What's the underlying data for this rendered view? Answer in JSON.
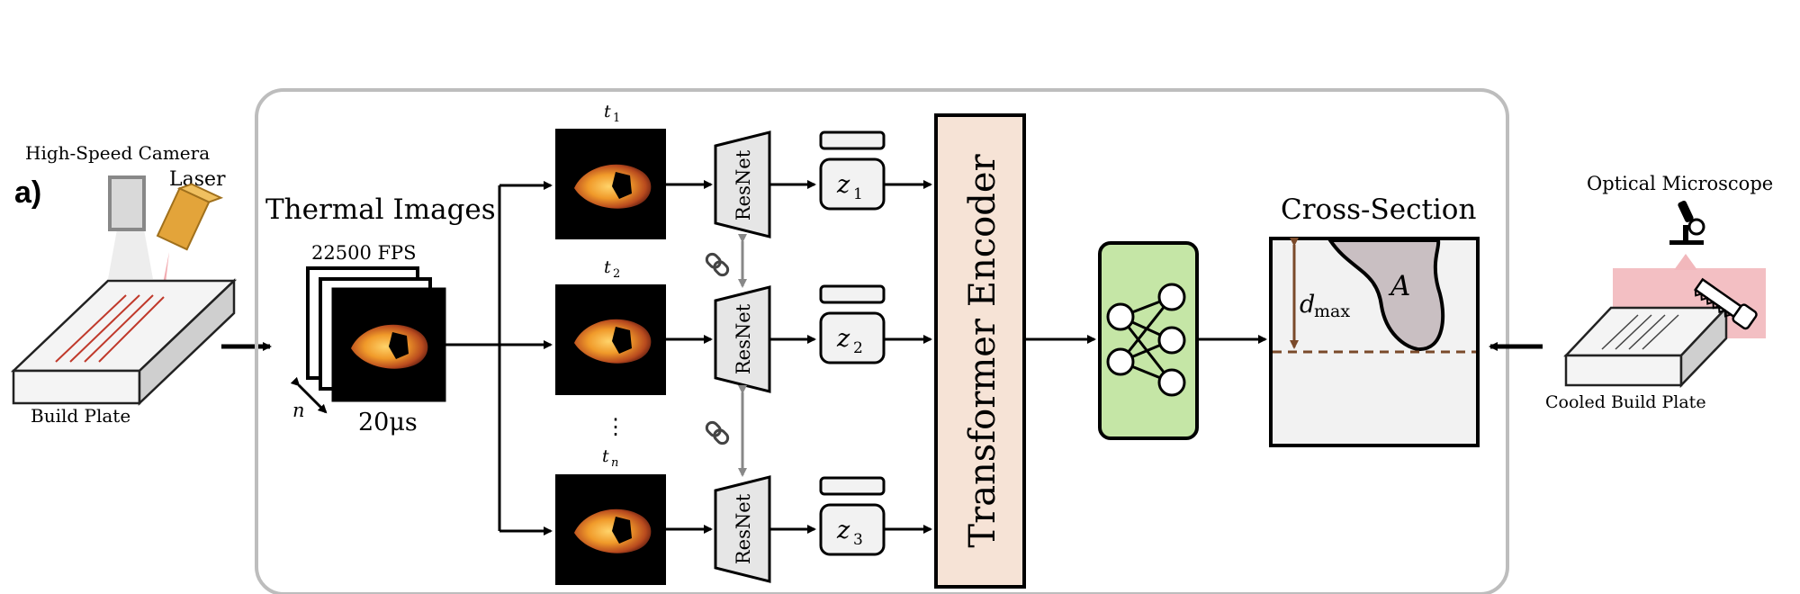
{
  "panel_label": "a)",
  "left": {
    "camera_label": "High-Speed Camera",
    "laser_label": "Laser",
    "plate_label": "Build Plate"
  },
  "thermal": {
    "title": "Thermal Images",
    "fps_label": "22500 FPS",
    "n_label": "n",
    "interval_label": "20μs"
  },
  "frames": [
    {
      "time_label": "t",
      "time_sub": "1"
    },
    {
      "time_label": "t",
      "time_sub": "2"
    },
    {
      "time_label": "t",
      "time_sub": "n"
    }
  ],
  "dots_label": "⋮",
  "resnet_label": "ResNet",
  "embeddings": [
    {
      "label": "z",
      "sub": "1"
    },
    {
      "label": "z",
      "sub": "2"
    },
    {
      "label": "z",
      "sub": "3"
    }
  ],
  "transformer_label": "Transformer Encoder",
  "cross_section": {
    "title": "Cross-Section",
    "depth_label": "d",
    "depth_sub": "max",
    "area_label": "A"
  },
  "right": {
    "microscope_label": "Optical Microscope",
    "plate_label": "Cooled Build Plate"
  },
  "colors": {
    "transformer_fill": "#f6e3d6",
    "mlp_fill": "#c5e6a6",
    "melt_pool": "#c9bfc2",
    "depth_arrow": "#7a4a2a",
    "laser_body": "#e3a43a",
    "laser_beam": "#f1a3a8",
    "cut_plane": "#f2b8bc"
  }
}
